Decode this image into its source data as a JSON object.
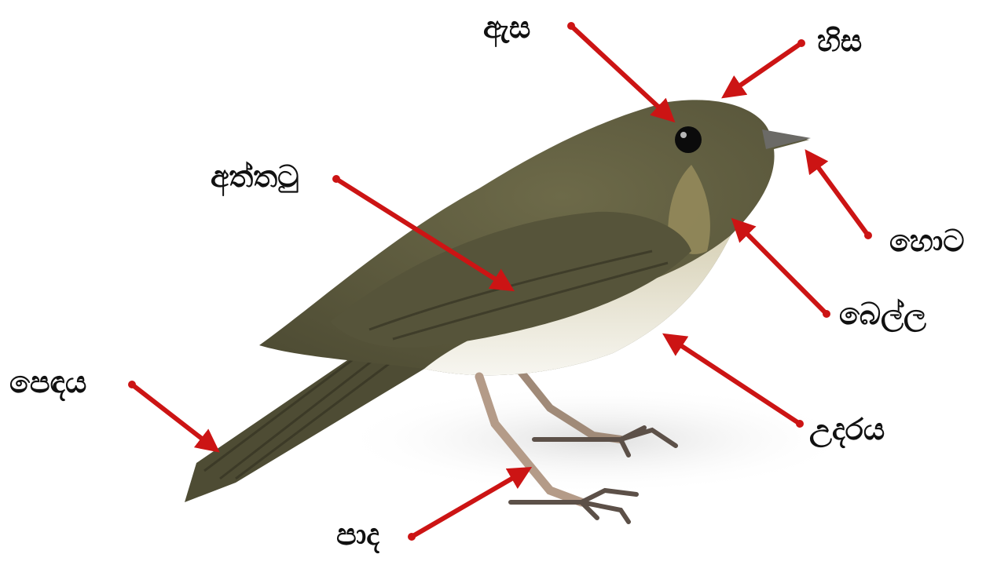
{
  "labels": {
    "eye": "ඇස",
    "head": "හිස",
    "wing": "අත්තටු",
    "beak": "හොට",
    "throat": "බෙල්ල",
    "tail": "පෙඳය",
    "belly": "උදරය",
    "legs": "පාද"
  },
  "colors": {
    "arrow": "#cc1414",
    "bird_body": "#5c5a3e",
    "bird_belly": "#efeee6",
    "label_text": "#111111"
  }
}
